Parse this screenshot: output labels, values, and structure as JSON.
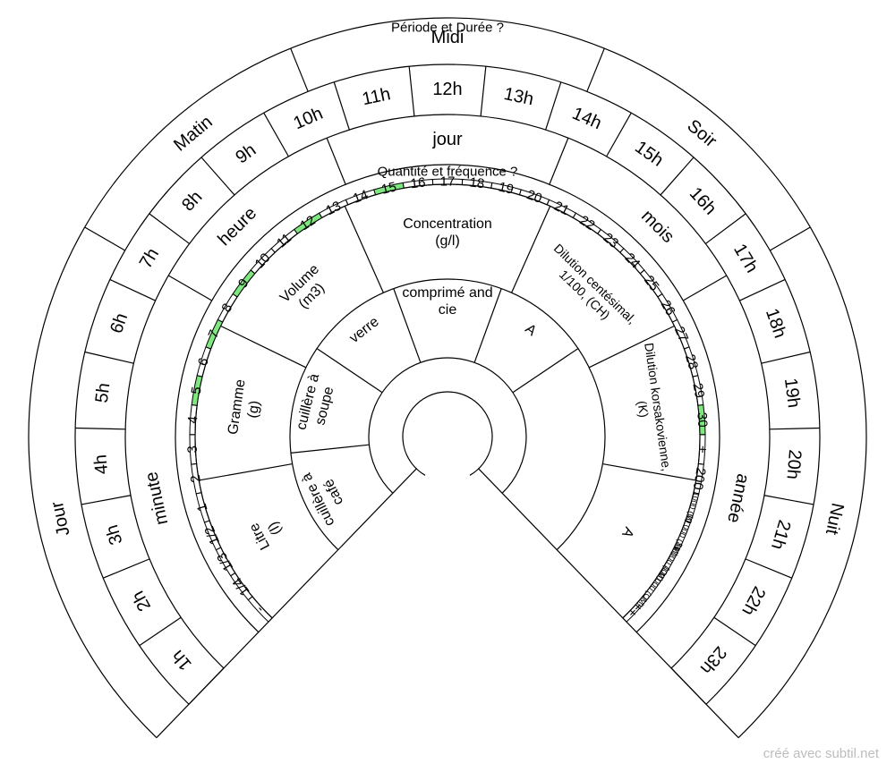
{
  "credit": "créé avec subtil.net",
  "colors": {
    "stroke": "#000000",
    "highlight": "#7ee87e",
    "background": "#ffffff"
  },
  "outer": {
    "title": "Période et Durée ?",
    "periods": [
      "Jour",
      "Matin",
      "Midi",
      "Soir",
      "Nuit"
    ],
    "hours": [
      "1h",
      "2h",
      "3h",
      "4h",
      "5h",
      "6h",
      "7h",
      "8h",
      "9h",
      "10h",
      "11h",
      "12h",
      "13h",
      "14h",
      "15h",
      "16h",
      "17h",
      "18h",
      "19h",
      "20h",
      "21h",
      "22h",
      "23h"
    ],
    "units": [
      "minute",
      "heure",
      "jour",
      "mois",
      "année"
    ]
  },
  "inner": {
    "title": "Quantité et fréquence ?",
    "numbers": [
      "-",
      "1/4",
      "1/3",
      "1/2",
      "1",
      "2",
      "3",
      "4",
      "5",
      "6",
      "7",
      "8",
      "9",
      "10",
      "11",
      "12",
      "13",
      "14",
      "15",
      "16",
      "17",
      "18",
      "19",
      "20",
      "21",
      "22",
      "23",
      "24",
      "25",
      "26",
      "27",
      "28",
      "29",
      "30",
      "+",
      "200",
      "1000 (M)",
      "10 000 (XM)",
      "50 000 (LM)",
      "100 000 (CM)",
      "++"
    ],
    "highlighted": [
      "5",
      "7",
      "9",
      "12",
      "15",
      "30"
    ],
    "measures": [
      "Litre (l)",
      "Gramme (g)",
      "Volume (m3)",
      "Concentration (g/l)",
      "Dilution centésimal, 1/100, (CH)",
      "Dilution korsakovienne, (K)",
      "A"
    ],
    "containers": [
      "cuillère à café",
      "cuillère à soupe",
      "verre",
      "comprimé and cie",
      "A"
    ]
  }
}
